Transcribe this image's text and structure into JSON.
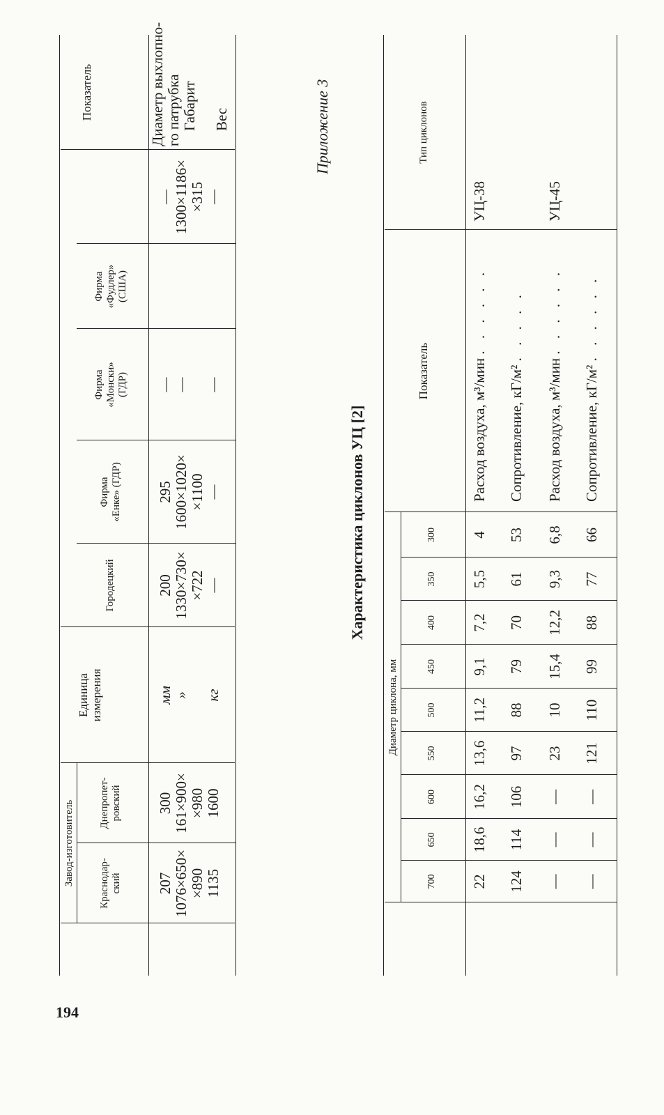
{
  "page_number": "194",
  "table1": {
    "col_indicator": "Показатель",
    "col_unit_line1": "Единица",
    "col_unit_line2": "измерения",
    "group_header": "Завод-изготовитель",
    "manufacturers": [
      {
        "line1": "Краснодар-",
        "line2": "ский",
        "line3": ""
      },
      {
        "line1": "Днепропет-",
        "line2": "ровский",
        "line3": ""
      },
      {
        "line1": "Городецкий",
        "line2": "",
        "line3": ""
      },
      {
        "line1": "Фирма",
        "line2": "«Енке» (ГДР)",
        "line3": ""
      },
      {
        "line1": "Фирма",
        "line2": "«Монски»",
        "line3": "(ГДР)"
      },
      {
        "line1": "Фирма",
        "line2": "«Фудлер»",
        "line3": "(США)"
      }
    ],
    "rows": [
      {
        "label_lines": [
          "Диаметр выхлопно-",
          "го патрубка"
        ],
        "unit": "мм",
        "values": [
          [
            "207"
          ],
          [
            "300"
          ],
          [
            "200"
          ],
          [
            "295"
          ],
          [
            "—"
          ],
          [
            "—"
          ]
        ]
      },
      {
        "label_lines": [
          "Габарит"
        ],
        "unit": "»",
        "values": [
          [
            "1076×650×",
            "×890"
          ],
          [
            "161×900×",
            "×980"
          ],
          [
            "1330×730×",
            "×722"
          ],
          [
            "1600×1020×",
            "×1100"
          ],
          [
            "—"
          ],
          [
            "1300×1186×",
            "×315"
          ]
        ]
      },
      {
        "label_lines": [
          "Вес"
        ],
        "unit": "кг",
        "values": [
          [
            "1135"
          ],
          [
            "1600"
          ],
          [
            "—"
          ],
          [
            "—"
          ],
          [
            "—"
          ],
          [
            "—"
          ]
        ]
      }
    ]
  },
  "appendix": "Приложение 3",
  "table2": {
    "title": "Характеристика циклонов УЦ [2]",
    "col_type": "Тип циклонов",
    "col_indicator": "Показатель",
    "diameter_header": "Диаметр циклона, мм",
    "diameters": [
      "300",
      "350",
      "400",
      "450",
      "500",
      "550",
      "600",
      "650",
      "700"
    ],
    "groups": [
      {
        "type": "УЦ-38",
        "rows": [
          {
            "label": "Расход воздуха, м³/мин",
            "values": [
              "4",
              "5,5",
              "7,2",
              "9,1",
              "11,2",
              "13,6",
              "16,2",
              "18,6",
              "22"
            ]
          },
          {
            "label": "Сопротивление, кГ/м²",
            "values": [
              "53",
              "61",
              "70",
              "79",
              "88",
              "97",
              "106",
              "114",
              "124"
            ]
          }
        ]
      },
      {
        "type": "УЦ-45",
        "rows": [
          {
            "label": "Расход воздуха, м³/мин",
            "values": [
              "6,8",
              "9,3",
              "12,2",
              "15,4",
              "10",
              "23",
              "—",
              "—",
              "—"
            ]
          },
          {
            "label": "Сопротивление, кГ/м²",
            "values": [
              "66",
              "77",
              "88",
              "99",
              "110",
              "121",
              "—",
              "—",
              "—"
            ]
          }
        ]
      }
    ]
  }
}
